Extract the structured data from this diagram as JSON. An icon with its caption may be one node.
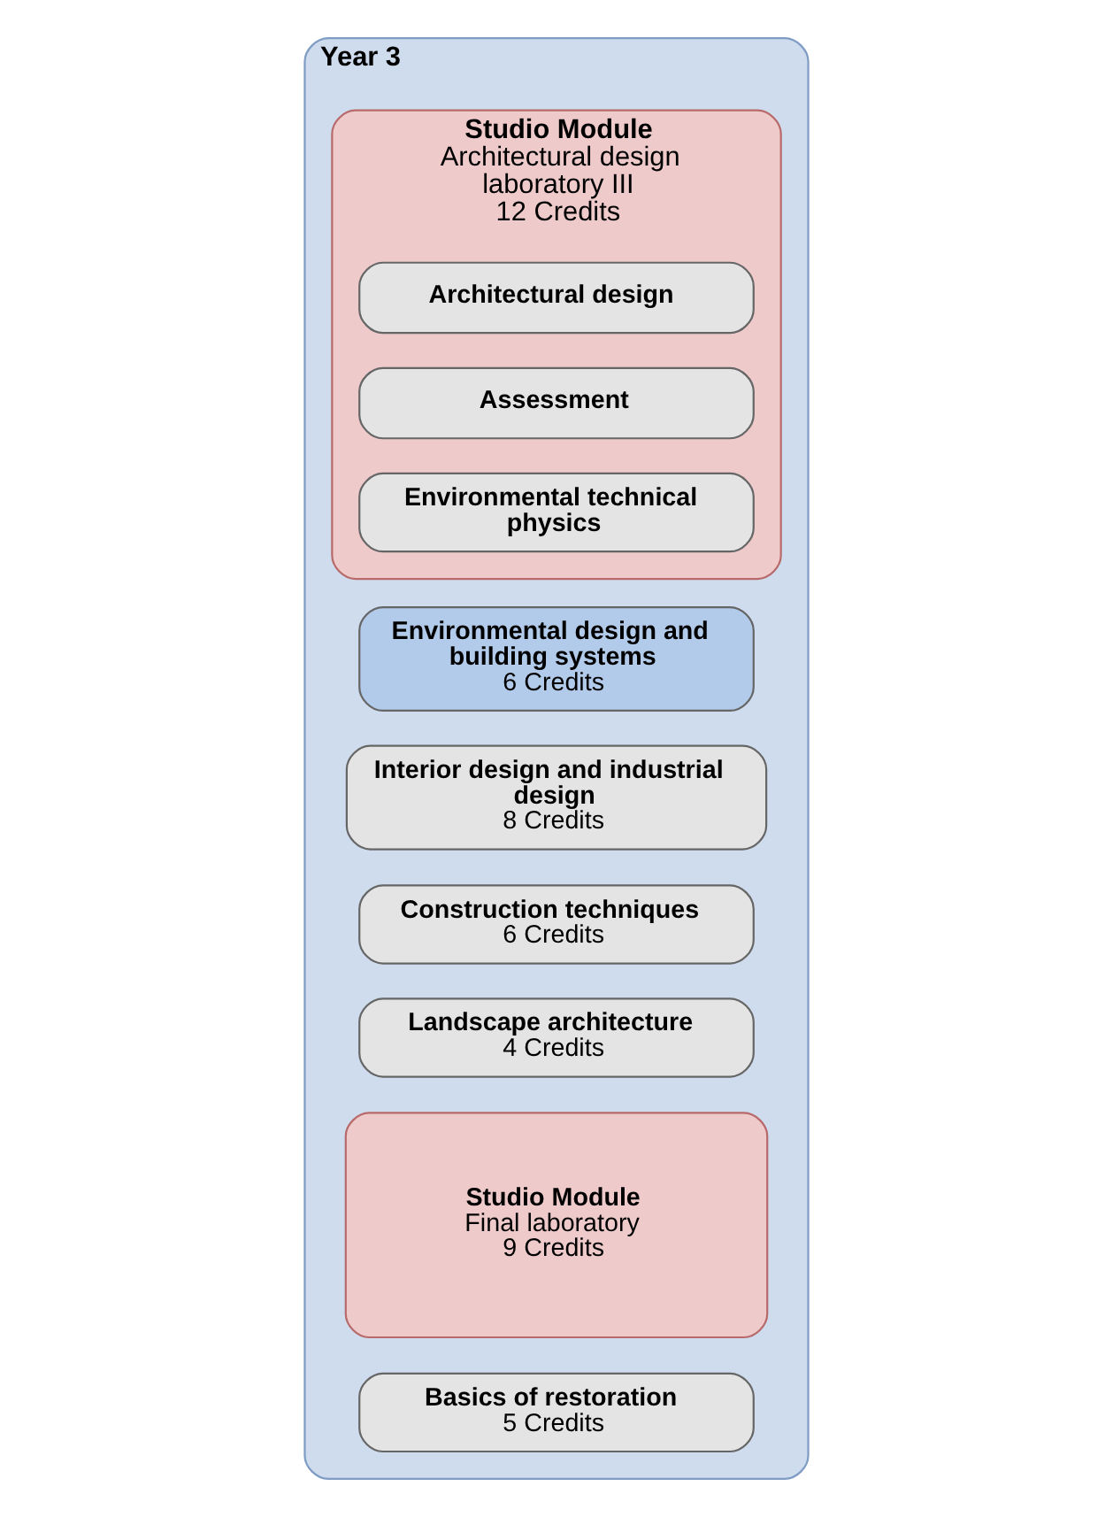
{
  "diagram": {
    "nodes": [
      {
        "text": [
          "Year 3"
        ]
      },
      {
        "text": [
          "Studio Module",
          "Architectural design laboratory III",
          "12 Credits"
        ],
        "in": 0
      },
      {
        "text": [
          "Environmental design and building systems",
          "6 Credits"
        ],
        "in": 0
      },
      {
        "text": [
          "Architectural design"
        ],
        "in": 1
      },
      {
        "text": [
          "Interior design and industrial design",
          "8 Credits"
        ],
        "in": 0
      },
      {
        "text": [
          "Assessment"
        ],
        "in": 1
      },
      {
        "text": [
          "Construction techniques",
          "6 Credits"
        ],
        "in": 0
      },
      {
        "text": [
          "Environmental technical physics"
        ],
        "in": 1
      },
      {
        "text": [
          "Landscape architecture",
          "4 Credits"
        ],
        "in": 0
      },
      {
        "text": [
          "Studio Module",
          "Final laboratory",
          "9 Credits"
        ],
        "in": 0
      },
      {
        "text": [
          "Basics of restoration",
          "5 Credits"
        ],
        "in": 0
      }
    ],
    "edges": []
  }
}
